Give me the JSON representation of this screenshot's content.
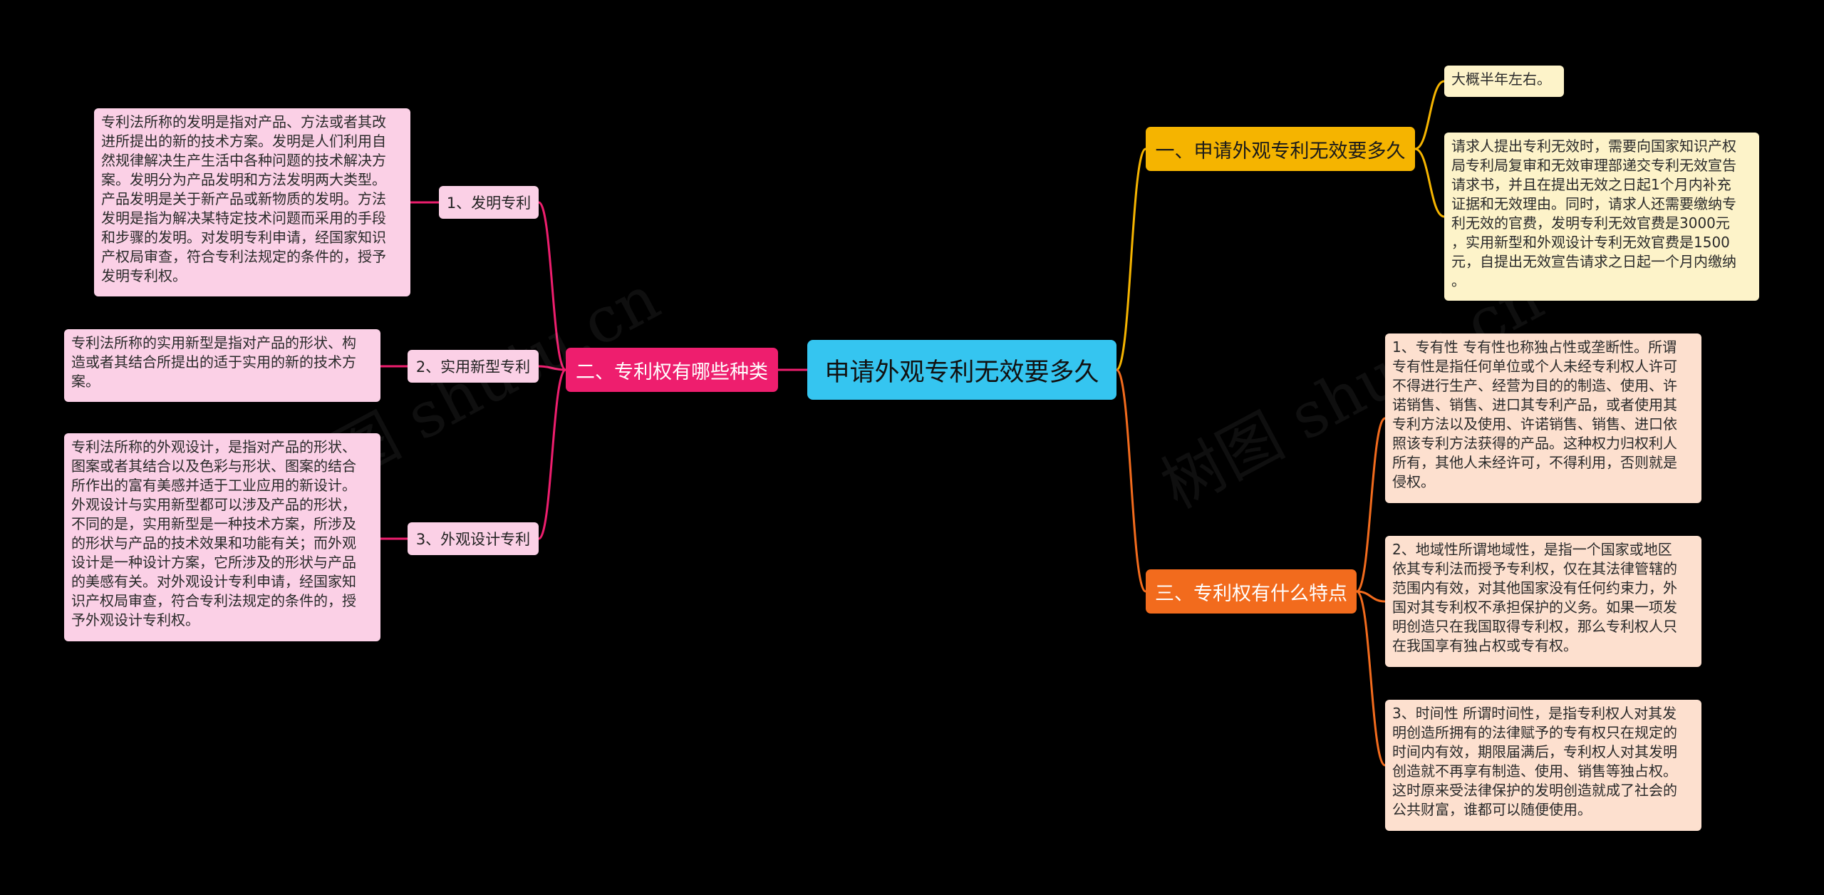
{
  "watermark": "树图 shutu.cn",
  "colors": {
    "center": "#35c5f0",
    "branch1": "#f5b400",
    "branch2": "#ee1e6e",
    "branch3": "#f26b1d",
    "pink_node": "#fbd0e6",
    "yellow_node": "#fdf3c9",
    "peach_node": "#fde0cf"
  },
  "center": {
    "label": "申请外观专利无效要多久"
  },
  "branch1": {
    "label": "一、申请外观专利无效要多久",
    "leaves": [
      "大概半年左右。",
      "请求人提出专利无效时，需要向国家知识产权\n局专利局复审和无效审理部递交专利无效宣告\n请求书，并且在提出无效之日起1个月内补充\n证据和无效理由。同时，请求人还需要缴纳专\n利无效的官费，发明专利无效官费是3000元\n，实用新型和外观设计专利无效官费是1500\n元，自提出无效宣告请求之日起一个月内缴纳\n。"
    ]
  },
  "branch2": {
    "label": "二、专利权有哪些种类",
    "subs": [
      {
        "label": "1、发明专利",
        "text": "专利法所称的发明是指对产品、方法或者其改\n进所提出的新的技术方案。发明是人们利用自\n然规律解决生产生活中各种问题的技术解决方\n案。发明分为产品发明和方法发明两大类型。\n产品发明是关于新产品或新物质的发明。方法\n发明是指为解决某特定技术问题而采用的手段\n和步骤的发明。对发明专利申请，经国家知识\n产权局审查，符合专利法规定的条件的，授予\n发明专利权。"
      },
      {
        "label": "2、实用新型专利",
        "text": "专利法所称的实用新型是指对产品的形状、构\n造或者其结合所提出的适于实用的新的技术方\n案。"
      },
      {
        "label": "3、外观设计专利",
        "text": "专利法所称的外观设计，是指对产品的形状、\n图案或者其结合以及色彩与形状、图案的结合\n所作出的富有美感并适于工业应用的新设计。\n外观设计与实用新型都可以涉及产品的形状，\n不同的是，实用新型是一种技术方案，所涉及\n的形状与产品的技术效果和功能有关；而外观\n设计是一种设计方案，它所涉及的形状与产品\n的美感有关。对外观设计专利申请，经国家知\n识产权局审查，符合专利法规定的条件的，授\n予外观设计专利权。"
      }
    ]
  },
  "branch3": {
    "label": "三、专利权有什么特点",
    "leaves": [
      "1、专有性 专有性也称独占性或垄断性。所谓\n专有性是指任何单位或个人未经专利权人许可\n不得进行生产、经营为目的的制造、使用、许\n诺销售、销售、进口其专利产品，或者使用其\n专利方法以及使用、许诺销售、销售、进口依\n照该专利方法获得的产品。这种权力归权利人\n所有，其他人未经许可，不得利用，否则就是\n侵权。",
      "2、地域性所谓地域性，是指一个国家或地区\n依其专利法而授予专利权，仅在其法律管辖的\n范围内有效，对其他国家没有任何约束力，外\n国对其专利权不承担保护的义务。如果一项发\n明创造只在我国取得专利权，那么专利权人只\n在我国享有独占权或专有权。",
      "3、时间性 所谓时间性，是指专利权人对其发\n明创造所拥有的法律赋予的专有权只在规定的\n时间内有效，期限届满后，专利权人对其发明\n创造就不再享有制造、使用、销售等独占权。\n这时原来受法律保护的发明创造就成了社会的\n公共财富，谁都可以随便使用。"
    ]
  }
}
